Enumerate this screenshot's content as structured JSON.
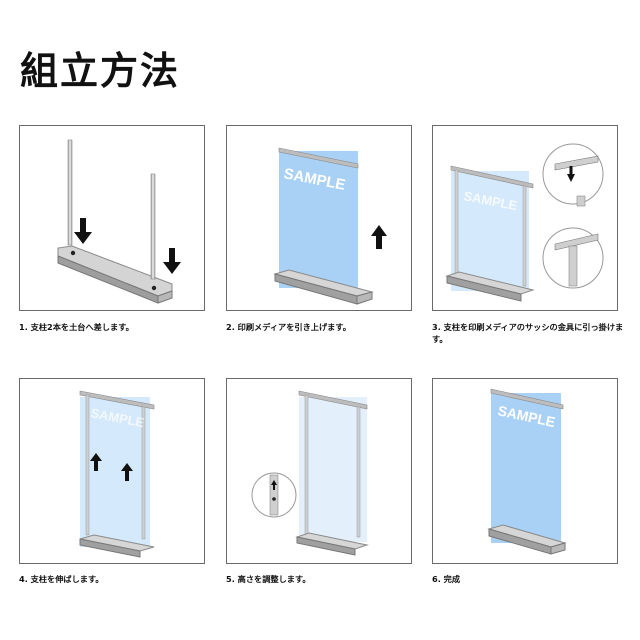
{
  "title": "組立方法",
  "banner_text": "SAMPLE",
  "colors": {
    "banner": "#a9d1f5",
    "frame": "#c7c7c7",
    "arrow": "#111111",
    "border": "#6a6a6a"
  },
  "steps": [
    {
      "caption": "1. 支柱2本を土台へ差します。"
    },
    {
      "caption": "2. 印刷メディアを引き上げます。"
    },
    {
      "caption": "3. 支柱を印刷メディアのサッシの金具に引っ掛けます。"
    },
    {
      "caption": "4. 支柱を伸ばします。"
    },
    {
      "caption": "5. 高さを調整します。"
    },
    {
      "caption": "6. 完成"
    }
  ]
}
